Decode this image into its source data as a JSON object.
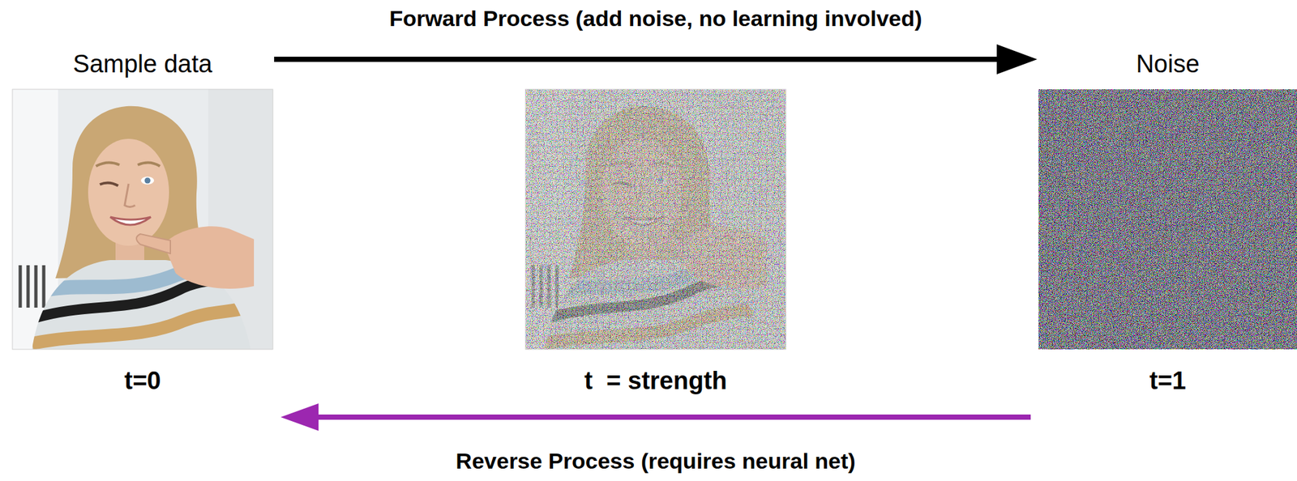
{
  "diagram": {
    "nodes": [
      {
        "text": [
          "Sample data",
          "t=0"
        ]
      },
      {
        "text": [
          "t  = strength"
        ]
      },
      {
        "text": [
          "Noise",
          "t=1"
        ]
      }
    ],
    "edges": [
      {
        "from": 0,
        "to": 2,
        "arrow": "to",
        "label": "Forward Process (add noise, no learning involved)"
      },
      {
        "from": 2,
        "to": 0,
        "arrow": "to",
        "label": "Reverse Process (requires neural net)"
      }
    ]
  }
}
